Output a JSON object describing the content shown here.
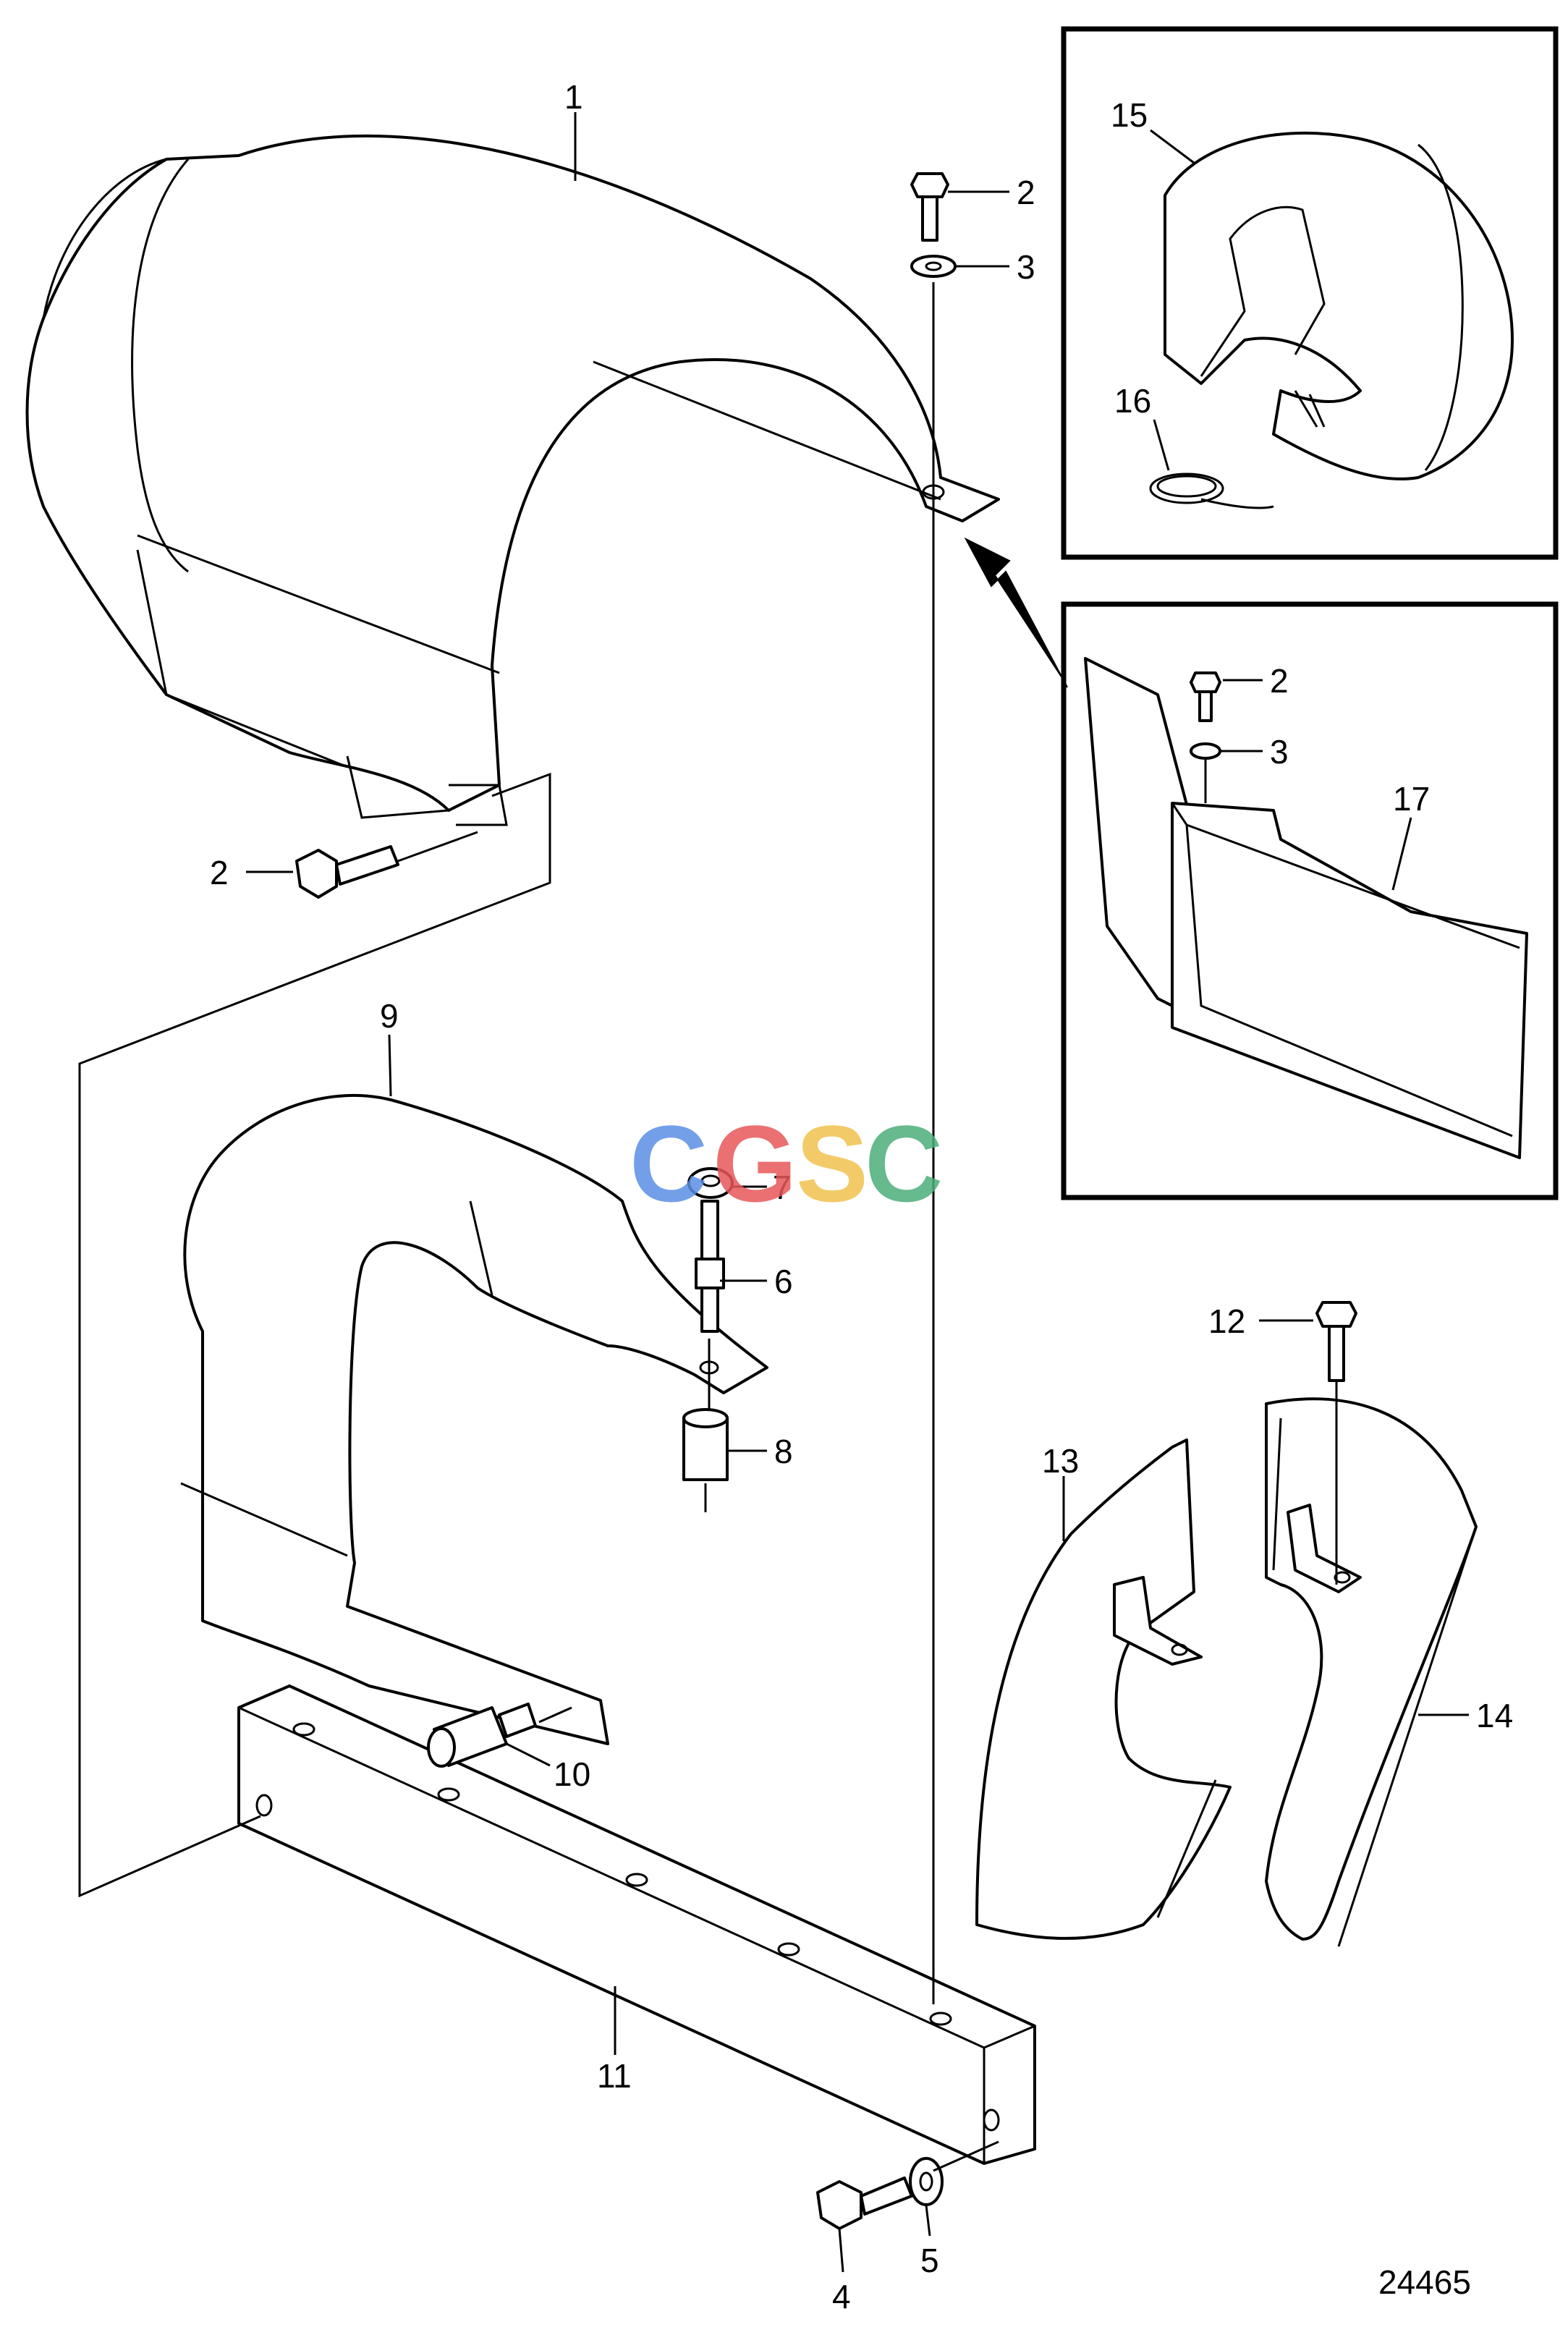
{
  "callouts": {
    "c1": "1",
    "c2a": "2",
    "c3a": "3",
    "c2b": "2",
    "c2c": "2",
    "c3b": "3",
    "c4": "4",
    "c5": "5",
    "c6": "6",
    "c7": "7",
    "c8": "8",
    "c9": "9",
    "c10": "10",
    "c11": "11",
    "c12": "12",
    "c13": "13",
    "c14": "14",
    "c15": "15",
    "c16": "16",
    "c17": "17"
  },
  "drawing_number": "24465",
  "watermark": {
    "letters": [
      "C",
      "G",
      "S",
      "C"
    ],
    "colors": [
      "#5b8fe6",
      "#e8585a",
      "#f2c14e",
      "#4caf7a"
    ]
  }
}
